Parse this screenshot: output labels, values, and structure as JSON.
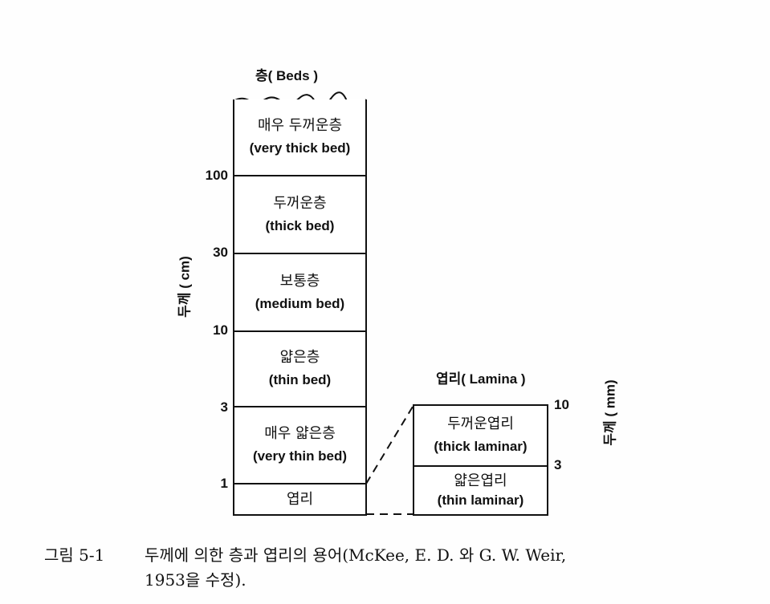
{
  "beds": {
    "title": "층( Beds )",
    "axis_label": "두께 ( cm)",
    "ticks": [
      "100",
      "30",
      "10",
      "3",
      "1"
    ],
    "layers": [
      {
        "ko": "매우 두꺼운층",
        "en": "(very thick bed)"
      },
      {
        "ko": "두꺼운층",
        "en": "(thick bed)"
      },
      {
        "ko": "보통층",
        "en": "(medium bed)"
      },
      {
        "ko": "얇은층",
        "en": "(thin bed)"
      },
      {
        "ko": "매우 얇은층",
        "en": "(very thin bed)"
      },
      {
        "ko": "엽리",
        "en": ""
      }
    ]
  },
  "lamina": {
    "title": "엽리( Lamina )",
    "axis_label": "두께 ( mm)",
    "ticks": [
      "10",
      "3"
    ],
    "layers": [
      {
        "ko": "두꺼운엽리",
        "en": "(thick laminar)"
      },
      {
        "ko": "얇은엽리",
        "en": "(thin laminar)"
      }
    ]
  },
  "caption": {
    "figure_label": "그림 5-1",
    "line1": "두께에  의한  층과  엽리의  용어(McKee, E. D. 와  G. W. Weir,",
    "line2": "1953을 수정)."
  }
}
